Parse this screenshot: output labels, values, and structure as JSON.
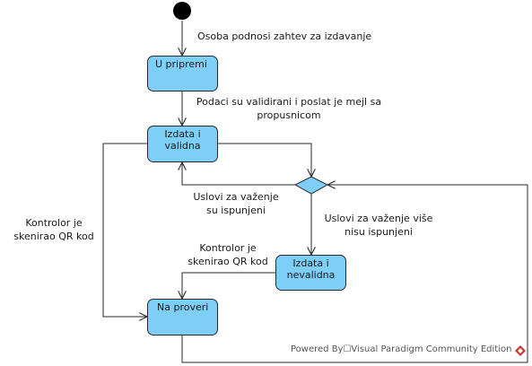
{
  "states": {
    "u_pripremi": "U pripremi",
    "izdata_validna": [
      "Izdata i",
      "validna"
    ],
    "izdata_nevalidna": [
      "Izdata i",
      "nevalidna"
    ],
    "na_proveri": "Na proveri"
  },
  "transitions": {
    "podnosi_zahtev": "Osoba podnosi zahtev za izdavanje",
    "validirani": [
      "Podaci su validirani i poslat je mejl sa",
      "propusnicom"
    ],
    "uslovi_ispunjeni": [
      "Uslovi za važenje",
      "su ispunjeni"
    ],
    "uslovi_nisu": [
      "Uslovi za važenje više",
      "nisu ispunjeni"
    ],
    "kontrolor_validna": [
      "Kontrolor je",
      "skenirao QR kod"
    ],
    "kontrolor_nevalidna": [
      "Kontrolor je",
      "skenirao QR kod"
    ]
  },
  "watermark": "Powered By☐Visual Paradigm Community Edition",
  "colors": {
    "state_fill": "#7ecff7",
    "line": "#2a2a2a",
    "logo": "#c0392b"
  }
}
